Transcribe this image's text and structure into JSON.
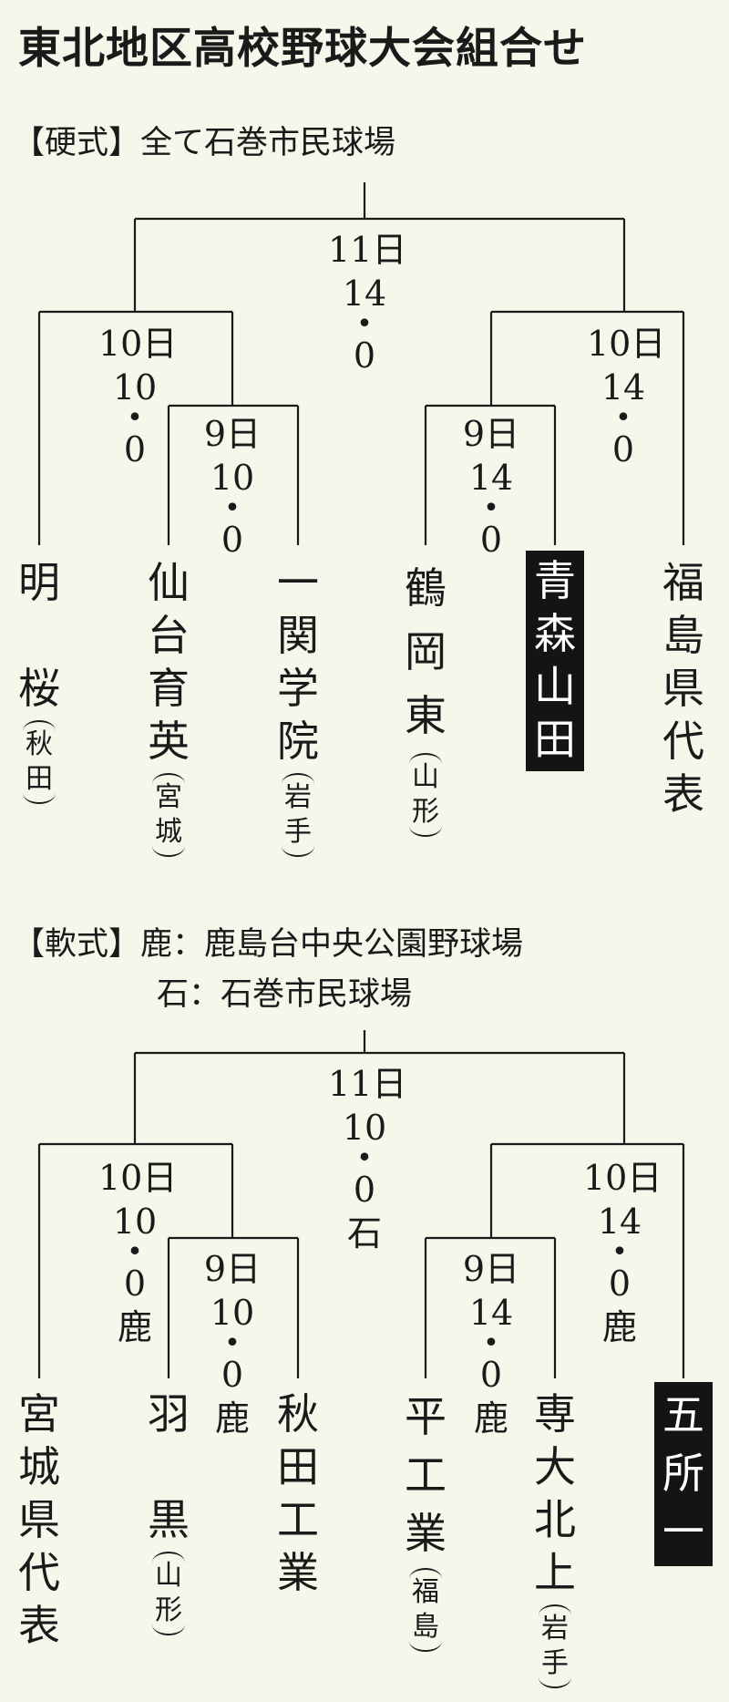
{
  "title": "東北地区高校野球大会組合せ",
  "hard": {
    "label": "【硬式】",
    "venue": "全て石巻市民球場",
    "final": {
      "date": "11日",
      "s1": "14",
      "s2": "0",
      "v": ""
    },
    "semi_left": {
      "date": "10日",
      "s1": "10",
      "s2": "0",
      "v": ""
    },
    "semi_right": {
      "date": "10日",
      "s1": "14",
      "s2": "0",
      "v": ""
    },
    "qf_left": {
      "date": "9日",
      "s1": "10",
      "s2": "0",
      "v": ""
    },
    "qf_right": {
      "date": "9日",
      "s1": "14",
      "s2": "0",
      "v": ""
    },
    "teams": [
      {
        "name": "明\n\n桜",
        "region": "秋田"
      },
      {
        "name": "仙台育英",
        "region": "宮城"
      },
      {
        "name": "一関学院",
        "region": "岩手"
      },
      {
        "name": "鶴\n岡\n東",
        "region": "山形"
      },
      {
        "name": "青森山田",
        "region": ""
      },
      {
        "name": "福島県代表",
        "region": ""
      }
    ]
  },
  "soft": {
    "label": "【軟式】",
    "venue1": "鹿：鹿島台中央公園野球場",
    "venue2": "石：石巻市民球場",
    "final": {
      "date": "11日",
      "s1": "10",
      "s2": "0",
      "v": "石"
    },
    "semi_left": {
      "date": "10日",
      "s1": "10",
      "s2": "0",
      "v": "鹿"
    },
    "semi_right": {
      "date": "10日",
      "s1": "14",
      "s2": "0",
      "v": "鹿"
    },
    "qf_left": {
      "date": "9日",
      "s1": "10",
      "s2": "0",
      "v": "鹿"
    },
    "qf_right": {
      "date": "9日",
      "s1": "14",
      "s2": "0",
      "v": "鹿"
    },
    "teams": [
      {
        "name": "宮城県代表",
        "region": ""
      },
      {
        "name": "羽\n\n黒",
        "region": "山形"
      },
      {
        "name": "秋田工業",
        "region": ""
      },
      {
        "name": "平\n工\n業",
        "region": "福島"
      },
      {
        "name": "専大北上",
        "region": "岩手"
      },
      {
        "name": "五\n所\n一",
        "region": ""
      }
    ]
  }
}
